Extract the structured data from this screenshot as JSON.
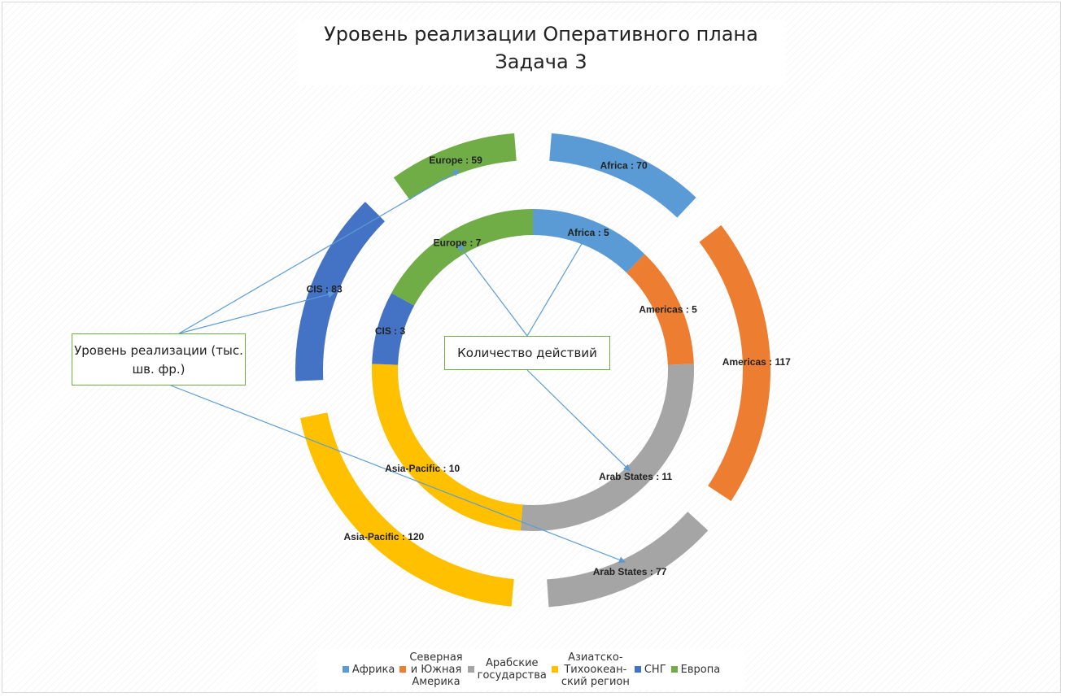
{
  "title_line1": "Уровень реализации Оперативного плана",
  "title_line2": "Задача 3",
  "callouts": {
    "amount": "Уровень реализации (тыс. шв. фр.)",
    "count": "Количество действий"
  },
  "chart_data": {
    "type": "doughnut",
    "title": "Уровень реализации Оперативного плана Задача 3",
    "categories": [
      "Africa",
      "Americas",
      "Arab States",
      "Asia-Pacific",
      "CIS",
      "Europe"
    ],
    "legend": [
      "Африка",
      "Северная\nи Южная\nАмерика",
      "Арабские\nгосударства",
      "Азиатско-\nТихоокеан-\nский регион",
      "СНГ",
      "Европа"
    ],
    "legend_position": "bottom",
    "colors": [
      "#5b9bd5",
      "#ed7d31",
      "#a5a5a5",
      "#ffc000",
      "#4472c4",
      "#70ad47"
    ],
    "series": [
      {
        "ring": "inner",
        "callout": "Количество действий",
        "values": [
          5,
          5,
          11,
          10,
          3,
          7
        ],
        "labels": [
          "Africa  : 5",
          "Americas : 5",
          "Arab States : 11",
          "Asia-Pacific : 10",
          "CIS : 3",
          "Europe : 7"
        ]
      },
      {
        "ring": "outer",
        "callout": "Уровень реализации (тыс. шв. фр.)",
        "values": [
          70,
          117,
          77,
          120,
          83,
          59
        ],
        "labels": [
          "Africa  : 70",
          "Americas : 117",
          "Arab States : 77",
          "Asia-Pacific : 120",
          "CIS : 83",
          "Europe : 59"
        ]
      }
    ]
  }
}
